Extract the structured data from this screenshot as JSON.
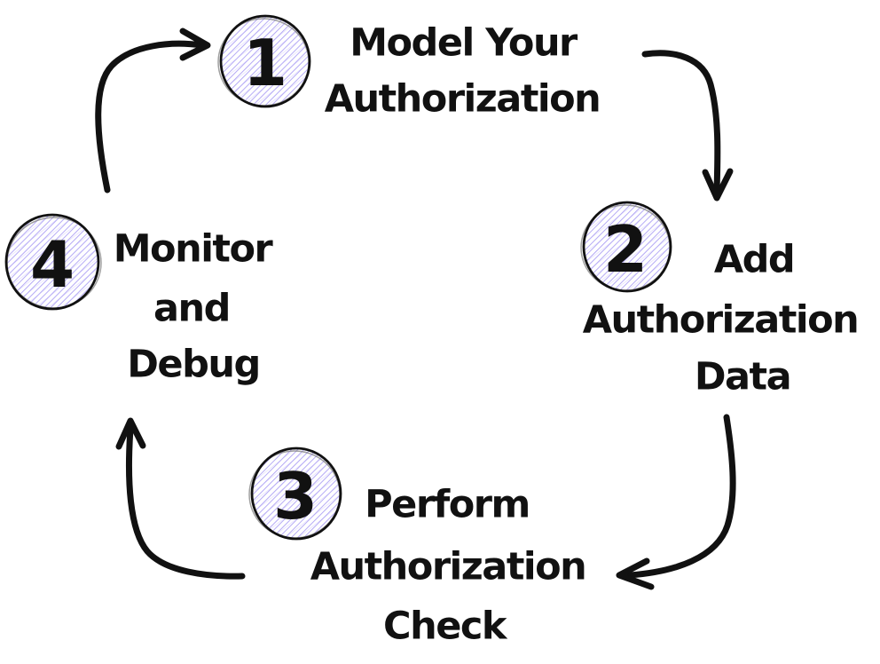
{
  "colors": {
    "ink": "#111111",
    "hatch": "#8b7af0",
    "hatch_light": "#b3a6f5",
    "background": "#ffffff"
  },
  "steps": [
    {
      "number": "1",
      "label": "Model Your Authorization",
      "lines": [
        "Model Your",
        "Authorization"
      ]
    },
    {
      "number": "2",
      "label": "Add Authorization Data",
      "lines": [
        "Add",
        "Authorization",
        "Data"
      ]
    },
    {
      "number": "3",
      "label": "Perform Authorization Check",
      "lines": [
        "Perform",
        "Authorization",
        "Check"
      ]
    },
    {
      "number": "4",
      "label": "Monitor and Debug",
      "lines": [
        "Monitor",
        "and",
        "Debug"
      ]
    }
  ],
  "connections": [
    {
      "from": "1",
      "to": "2"
    },
    {
      "from": "2",
      "to": "3"
    },
    {
      "from": "3",
      "to": "4"
    },
    {
      "from": "4",
      "to": "1"
    }
  ]
}
